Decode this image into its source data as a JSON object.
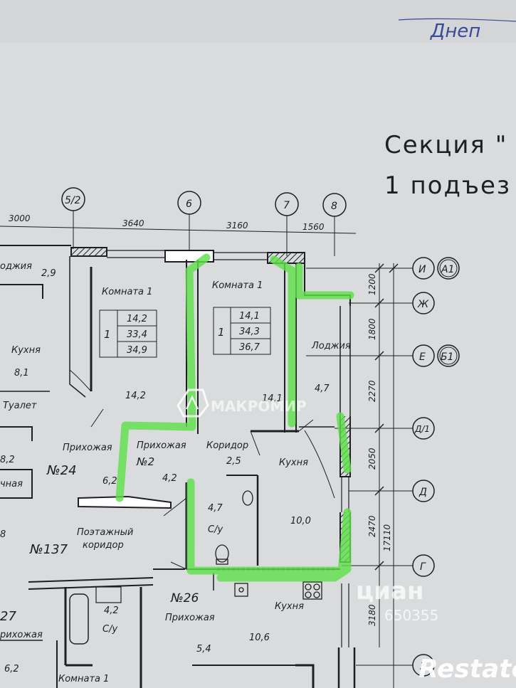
{
  "header": {
    "handwriting": "Днеп",
    "section_title": "Секция \"",
    "entrance_title": "1 подъез"
  },
  "axes_top": [
    "5/2",
    "6",
    "7",
    "8"
  ],
  "dimensions_top": [
    "3000",
    "3640",
    "3160",
    "1560"
  ],
  "axes_right": [
    "И",
    "Ж",
    "Е",
    "Д/1",
    "Д",
    "Г",
    "3"
  ],
  "axes_right_alt": [
    "А1",
    "Б1"
  ],
  "dimensions_right": [
    "1200",
    "1800",
    "2270",
    "2050",
    "2470",
    "17110",
    "3180"
  ],
  "apartment_1": {
    "room_label": "Комната 1",
    "table": {
      "rooms": "1",
      "v1": "14,2",
      "v2": "33,4",
      "v3": "34,9"
    },
    "room_area": "14,2"
  },
  "apartment_2": {
    "number": "№2",
    "room_label": "Комната 1",
    "table": {
      "rooms": "1",
      "v1": "14,1",
      "v2": "34,3",
      "v3": "36,7"
    },
    "room_area": "14,1",
    "loggia_label": "Лоджия",
    "loggia_area": "4,7",
    "corridor_label": "Коридор",
    "corridor_area": "2,5",
    "hall_label": "Прихожая",
    "hall_area": "4,2",
    "bath_label": "С/у",
    "bath_area": "4,7",
    "kitchen_label": "Кухня",
    "kitchen_area": "10,0"
  },
  "left_side": {
    "loggia_label": "оджия",
    "loggia_area": "2,9",
    "kitchen_label": "Кухня",
    "kitchen_area": "8,1",
    "toilet_label": "Туалет",
    "toilet_area": "8,2",
    "hall_label": "Прихожая",
    "apt_number": "№24",
    "bath_label": "чная",
    "area_62": "6,2",
    "corridor_number": "№137",
    "corridor_line1": "Поэтажный",
    "corridor_line2": "коридор",
    "num_27": "27",
    "hall2": "рихожая",
    "area_8": "8",
    "bottom_area": "6,2"
  },
  "apartment_26": {
    "number": "№26",
    "hall_label": "Прихожая",
    "bath_area": "4,2",
    "bath_label": "С/у",
    "kitchen_label": "Кухня",
    "kitchen_area": "10,6",
    "area_54": "5,4",
    "room_label": "Комната 1"
  },
  "watermarks": {
    "makromir": "МАКРОМИР",
    "cian": "циан",
    "phone": "650355",
    "restate": "Restate"
  },
  "colors": {
    "paper": "#d9dbdd",
    "ink": "#1d1f25",
    "highlight": "#5fe04a"
  }
}
